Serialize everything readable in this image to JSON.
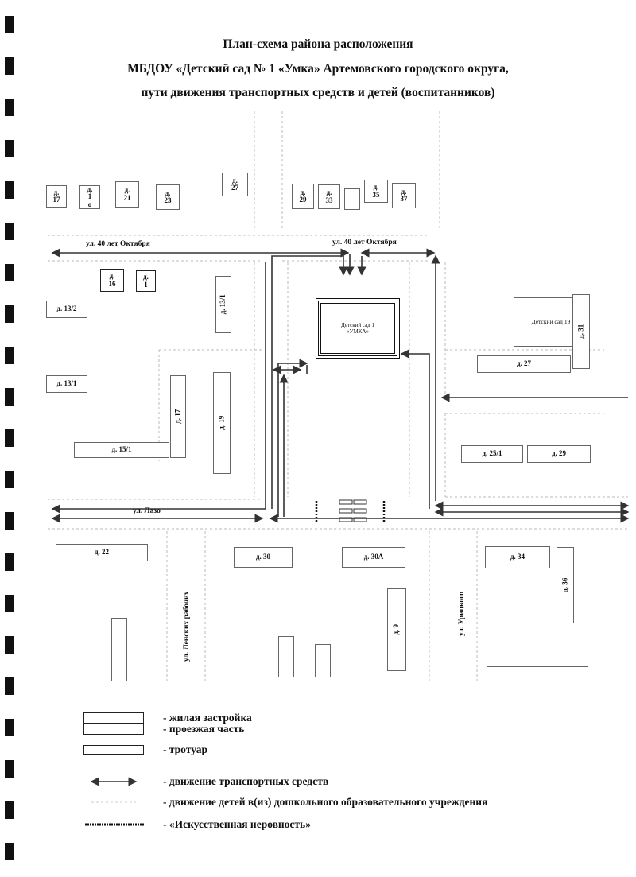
{
  "title": {
    "line1": "План-схема района расположения",
    "line2": "МБДОУ «Детский сад № 1 «Умка» Артемовского городского округа,",
    "line3": "пути движения транспортных средств и детей (воспитанников)"
  },
  "streets": {
    "oktyabrya_left": "ул. 40 лет Октября",
    "oktyabrya_right": "ул. 40  лет Октября",
    "lazo": "ул. Лазо",
    "lenskikh": "ул. Ленских рабочих",
    "uritskogo": "ул. Урицкого"
  },
  "buildings": {
    "d17_top": [
      "д.",
      "17"
    ],
    "d1_top": [
      "д.",
      "1",
      "о"
    ],
    "d21": [
      "д.",
      "21"
    ],
    "d23": [
      "д.",
      "23"
    ],
    "d27_top": [
      "д.",
      "27"
    ],
    "d29_top": [
      "д.",
      "29"
    ],
    "d33": [
      "д.",
      "33"
    ],
    "d35": [
      "д.",
      "35"
    ],
    "d37": [
      "д.",
      "37"
    ],
    "d16": [
      "д.",
      "16"
    ],
    "d1": [
      "д.",
      "1"
    ],
    "d13_1_v": "д. 13/1",
    "d13_2": "д. 13/2",
    "d13_1": "д. 13/1",
    "d17_v": "д. 17",
    "d19_v": "д. 19",
    "d15_1": "д. 15/1",
    "d31_v": "д. 31",
    "d27": "д. 27",
    "d25_1": "д. 25/1",
    "d29": "д. 29",
    "d22": "д. 22",
    "d30": "д. 30",
    "d30a": "д. 30А",
    "d34": "д. 34",
    "d36_v": "д. 36",
    "d9_v": "д. 9",
    "kg19": "Детский сад 19"
  },
  "kindergarten": {
    "line1": "Детский сад 1",
    "line2": "«УМКА»"
  },
  "legend": [
    {
      "icon": "residential-building",
      "label": "- жилая застройка"
    },
    {
      "icon": "roadway",
      "label": "- проезжая часть"
    },
    {
      "icon": "sidewalk",
      "label": "- тротуар"
    },
    {
      "icon": "vehicle-arrow",
      "label": "- движение транспортных средств"
    },
    {
      "icon": "children-path",
      "label": "- движение детей в(из) дошкольного образовательного учреждения"
    },
    {
      "icon": "speed-bump",
      "label": "- «Искусственная неровность»"
    }
  ]
}
